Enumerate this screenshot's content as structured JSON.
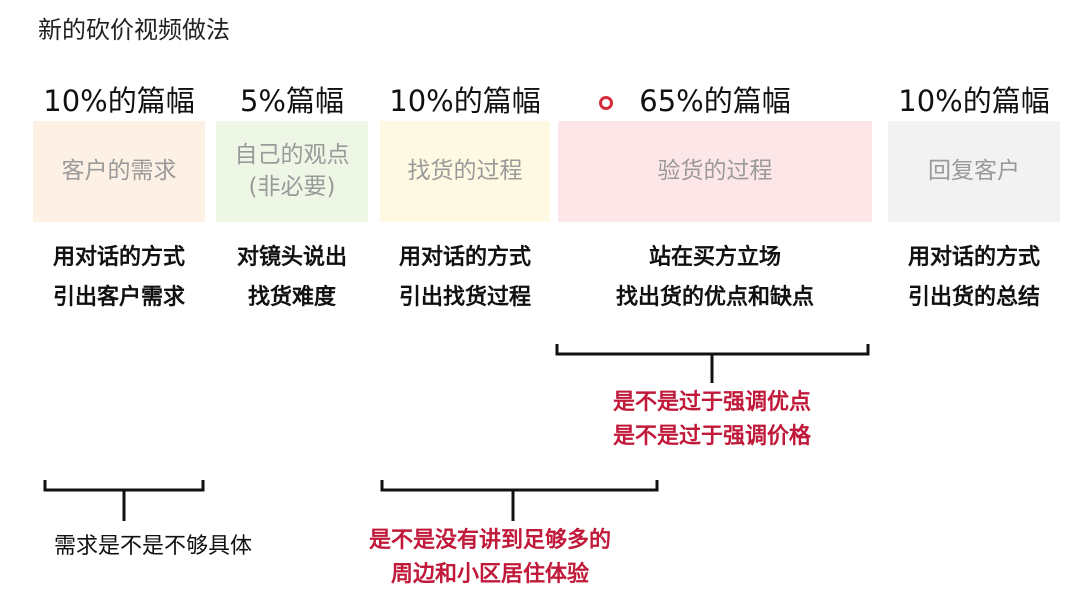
{
  "title": "新的砍价视频做法",
  "sections": [
    {
      "percent": "10%的篇幅",
      "box": [
        "客户的需求"
      ],
      "box_color": "#fdf0e4",
      "desc": [
        "用对话的方式",
        "引出客户需求"
      ]
    },
    {
      "percent": "5%篇幅",
      "box": [
        "自己的观点",
        "(非必要)"
      ],
      "box_color": "#eef7e6",
      "desc": [
        "对镜头说出",
        "找货难度"
      ]
    },
    {
      "percent": "10%的篇幅",
      "box": [
        "找货的过程"
      ],
      "box_color": "#fdf9e2",
      "desc": [
        "用对话的方式",
        "引出找货过程"
      ]
    },
    {
      "percent": "65%的篇幅",
      "box": [
        "验货的过程"
      ],
      "box_color": "#fde6e8",
      "desc": [
        "站在买方立场",
        "找出货的优点和缺点"
      ]
    },
    {
      "percent": "10%的篇幅",
      "box": [
        "回复客户"
      ],
      "box_color": "#f2f2f2",
      "desc": [
        "用对话的方式",
        "引出货的总结"
      ]
    }
  ],
  "notes": {
    "inspection": [
      "是不是过于强调优点",
      "是不是过于强调价格"
    ],
    "demand": [
      "需求是不是不够具体"
    ],
    "search": [
      "是不是没有讲到足够多的",
      "周边和小区居住体验"
    ]
  },
  "colors": {
    "accent_red": "#c0193a",
    "marker": "#d62b3a"
  }
}
